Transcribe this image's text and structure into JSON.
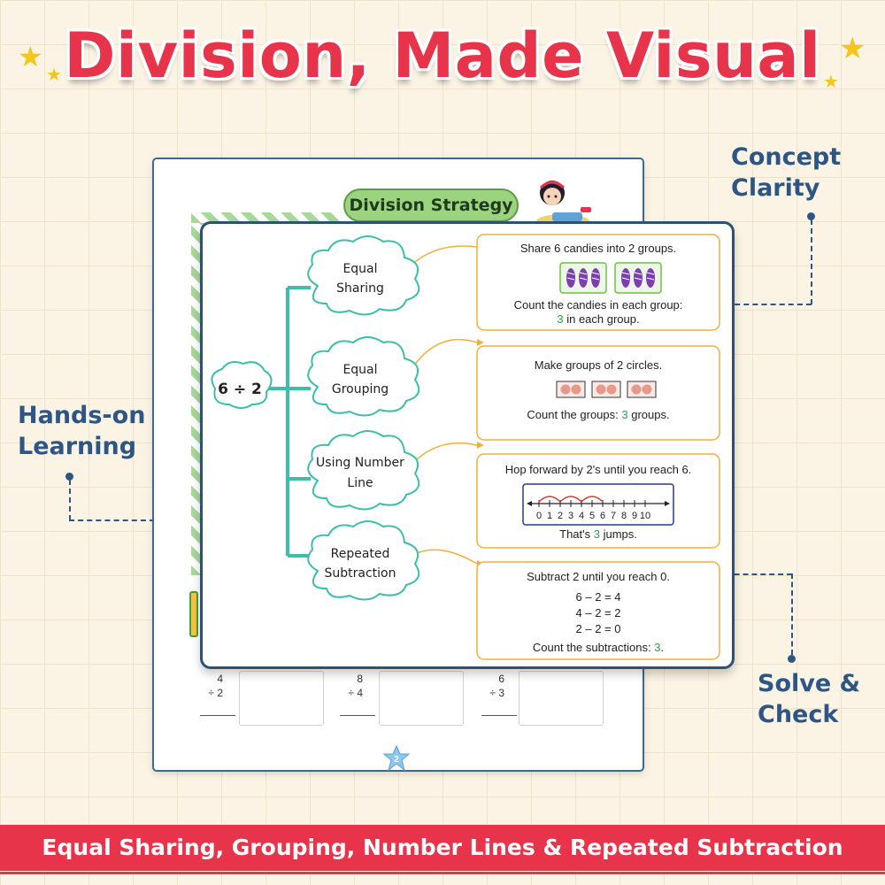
{
  "title": "Division, Made Visual",
  "side_labels": {
    "concept_clarity": [
      "Concept",
      "Clarity"
    ],
    "hands_on": [
      "Hands-on",
      "Learning"
    ],
    "solve_check": [
      "Solve &",
      "Check"
    ]
  },
  "worksheet_back": {
    "header": "Division Strategy",
    "problems": [
      {
        "dividend": "4",
        "divisor": "÷ 2"
      },
      {
        "dividend": "8",
        "divisor": "÷ 4"
      },
      {
        "dividend": "6",
        "divisor": "÷ 3"
      }
    ],
    "page_number": "2"
  },
  "card": {
    "root": "6 ÷ 2",
    "strategies": [
      {
        "cloud": [
          "Equal",
          "Sharing"
        ],
        "lines": [
          "Share 6 candies into 2 groups.",
          "Count the candies in each group:"
        ],
        "result_value": "3",
        "result_suffix": " in each group."
      },
      {
        "cloud": [
          "Equal",
          "Grouping"
        ],
        "lines": [
          "Make groups of 2 circles.",
          "Count the groups: "
        ],
        "result_value": "3",
        "result_suffix": " groups."
      },
      {
        "cloud": [
          "Using Number",
          "Line"
        ],
        "lines": [
          "Hop forward by 2's until you reach 6.",
          "That's "
        ],
        "result_value": "3",
        "result_suffix": " jumps.",
        "number_line_ticks": [
          "0",
          "1",
          "2",
          "3",
          "4",
          "5",
          "6",
          "7",
          "8",
          "9",
          "10"
        ]
      },
      {
        "cloud": [
          "Repeated",
          "Subtraction"
        ],
        "lines": [
          "Subtract 2 until you reach 0.",
          "6 – 2 = 4",
          "4 – 2 = 2",
          "2 – 2 = 0",
          "Count the subtractions: "
        ],
        "result_value": "3",
        "result_suffix": "."
      }
    ]
  },
  "banner": "Equal Sharing, Grouping, Number Lines & Repeated Subtraction",
  "colors": {
    "title_red": "#e8344a",
    "label_blue": "#2d5685",
    "tree_teal": "#3bbfa8",
    "box_orange": "#f0b13a",
    "answer_green": "#2ea043",
    "candy_purple": "#7b3fb0"
  }
}
